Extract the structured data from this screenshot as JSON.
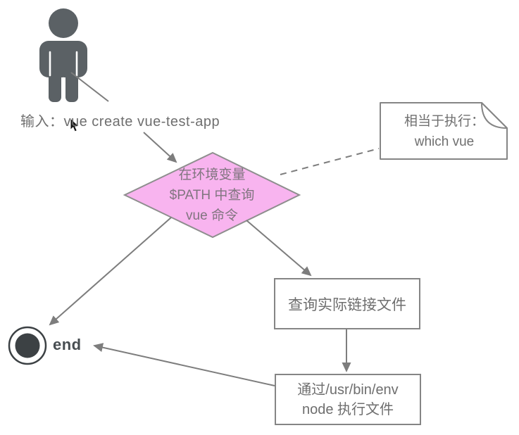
{
  "diagram": {
    "type": "flowchart",
    "input_label": "输入：vue create vue-test-app",
    "decision": {
      "lines": [
        "在环境变量",
        "$PATH 中查询",
        "vue 命令"
      ]
    },
    "note": {
      "lines": [
        "相当于执行：",
        "which vue"
      ]
    },
    "steps": [
      {
        "label": "查询实际链接文件"
      },
      {
        "lines": [
          "通过/usr/bin/env",
          "node 执行文件"
        ]
      }
    ],
    "end_label": "end",
    "colors": {
      "background": "#ffffff",
      "diamond_fill": "#f8b4ef",
      "diamond_border": "#8e8e8e",
      "box_border": "#858585",
      "box_fill": "#ffffff",
      "line": "#7d7d7d",
      "text": "#6e6e6e",
      "actor": "#5b6165",
      "end_node": "#3c4144"
    }
  }
}
